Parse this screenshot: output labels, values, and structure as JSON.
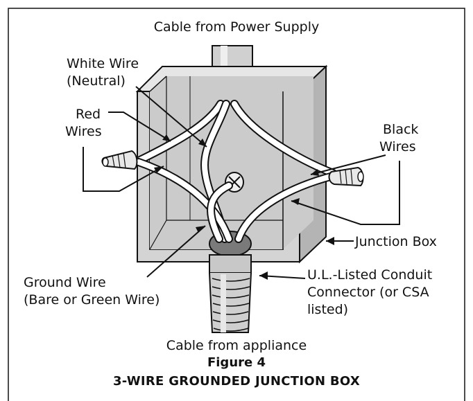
{
  "labels": {
    "cable_power": "Cable from Power Supply",
    "white_wire_1": "White Wire",
    "white_wire_2": "(Neutral)",
    "red_wires_1": "Red",
    "red_wires_2": "Wires",
    "black_wires_1": "Black",
    "black_wires_2": "Wires",
    "junction_box": "Junction Box",
    "ground_wire_1": "Ground Wire",
    "ground_wire_2": "(Bare or Green Wire)",
    "conduit_1": "U.L.-Listed Conduit",
    "conduit_2": "Connector (or CSA",
    "conduit_3": "listed)",
    "cable_appliance": "Cable from appliance"
  },
  "caption": {
    "figure": "Figure 4",
    "title": "3-WIRE GROUNDED JUNCTION BOX"
  },
  "colors": {
    "line": "#111111",
    "box_front": "#d4d4d4",
    "box_side": "#b4b4b4",
    "box_top": "#e6e6e6",
    "box_inner": "#c2c2c2",
    "box_back": "#cbcbcb",
    "wire_fill": "#ffffff",
    "conduit_fill": "#cfcfcf"
  }
}
